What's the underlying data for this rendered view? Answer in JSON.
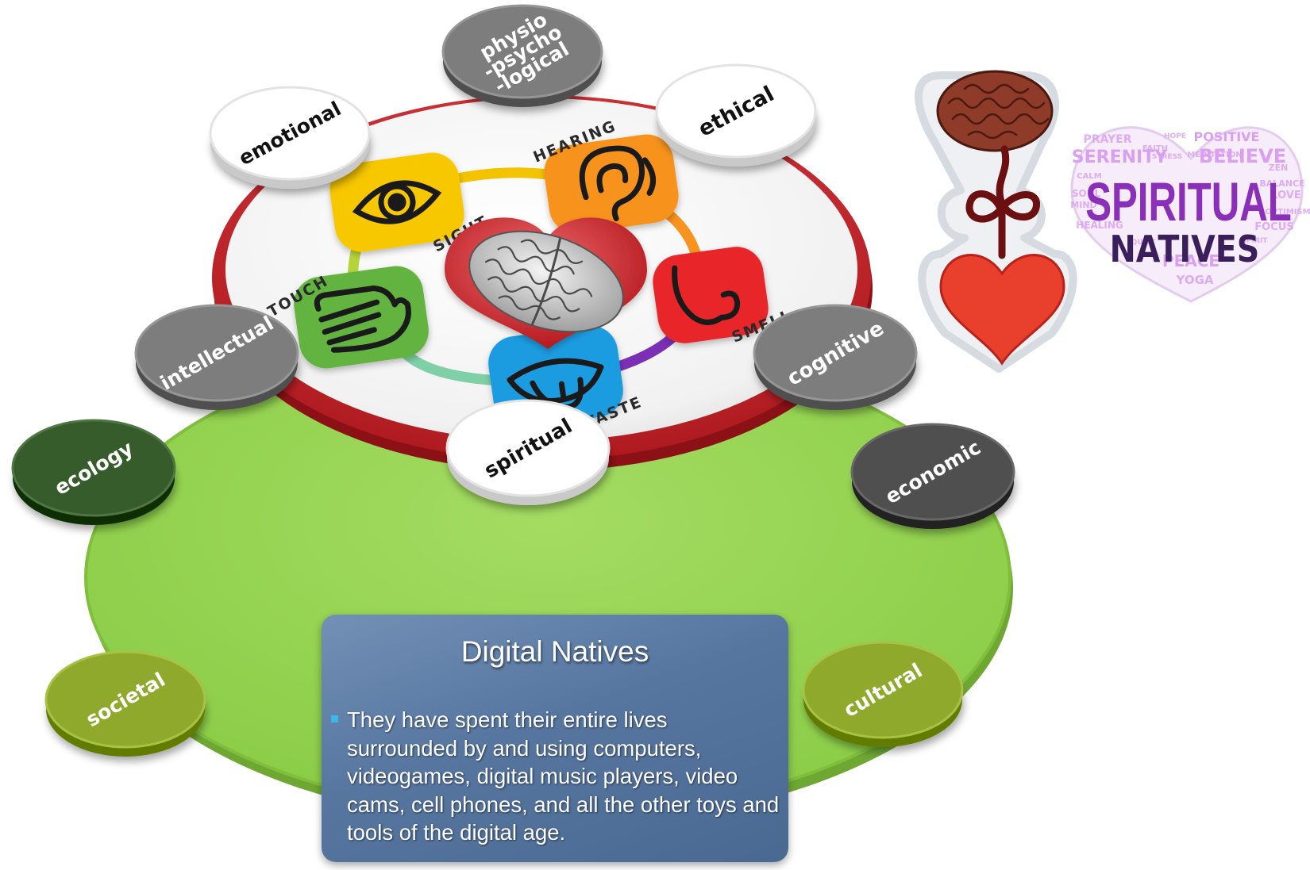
{
  "outer_ring": {
    "nodes": [
      {
        "id": "ecology",
        "label": "ecology",
        "fill": "#355c2a"
      },
      {
        "id": "economic",
        "label": "economic",
        "fill": "#4f4f4f"
      },
      {
        "id": "societal",
        "label": "societal",
        "fill": "#8fa92c"
      },
      {
        "id": "cultural",
        "label": "cultural",
        "fill": "#8fa92c"
      }
    ]
  },
  "inner_ring": {
    "nodes": [
      {
        "id": "physio-psycho-logical",
        "label": "physio\n-psycho\n-logical",
        "fill": "#7d7d7d"
      },
      {
        "id": "emotional",
        "label": "emotional",
        "fill": "#ffffff"
      },
      {
        "id": "ethical",
        "label": "ethical",
        "fill": "#ffffff"
      },
      {
        "id": "intellectual",
        "label": "intellectual",
        "fill": "#7d7d7d"
      },
      {
        "id": "cognitive",
        "label": "cognitive",
        "fill": "#7d7d7d"
      },
      {
        "id": "spiritual",
        "label": "spiritual",
        "fill": "#ffffff"
      }
    ]
  },
  "senses": [
    {
      "id": "sight",
      "label": "SIGHT",
      "color": "#f7c700",
      "icon": "eye-icon"
    },
    {
      "id": "hearing",
      "label": "HEARING",
      "color": "#f7931e",
      "icon": "ear-icon"
    },
    {
      "id": "smell",
      "label": "SMELL",
      "color": "#e8262b",
      "icon": "nose-icon"
    },
    {
      "id": "taste",
      "label": "TASTE",
      "color": "#1e9ce0",
      "icon": "tongue-icon"
    },
    {
      "id": "touch",
      "label": "TOUCH",
      "color": "#62b33f",
      "icon": "hand-icon"
    }
  ],
  "center": {
    "icon": "brain-heart-icon"
  },
  "info_box": {
    "title": "Digital Natives",
    "bullet": "They have spent their entire lives surrounded by and using  computers, videogames, digital music players, video cams, cell phones, and all the other toys and tools of the digital age."
  },
  "wordcloud": {
    "title": "SPIRITUAL",
    "subtitle": "NATIVES",
    "words": [
      "PRAYER",
      "POSITIVE",
      "SERENITY",
      "BELIEVE",
      "ZEN",
      "BALANCE",
      "LOVE",
      "CALM",
      "SOUL",
      "MIND",
      "OPTIMISM",
      "HEALING",
      "FOCUS",
      "PEACE",
      "YOGA",
      "FAITH",
      "HOPE",
      "SPIRIT",
      "QUIET",
      "STRESS",
      "MEDITATION"
    ],
    "colors": {
      "primary": "#8a2fb8",
      "secondary": "#3b1f5c",
      "pale": "#d89cf0"
    }
  },
  "colors": {
    "green_base": "#92d050",
    "red_ring": "#c81c22"
  }
}
